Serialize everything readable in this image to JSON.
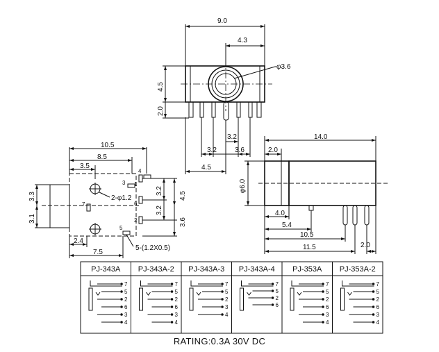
{
  "front_view": {
    "width": "9.0",
    "center_offset": "4.3",
    "hole_dia": "φ3.6",
    "center_height": "4.5",
    "pin_length": "2.0",
    "pitch_a": "3.2",
    "pitch_b": "3.2",
    "pitch_c": "3.6",
    "pin_offset": "4.5"
  },
  "bottom_view": {
    "overall": "10.5",
    "span_a": "8.5",
    "span_b": "3.5",
    "height": "3.3",
    "lower": "3.1",
    "hole_label": "2-φ1.2",
    "slot_label": "5-(1.2X0.5)",
    "gap": "2.4",
    "offset": "7.5",
    "right_a": "3.2",
    "right_b": "3.2",
    "right_c": "3.6",
    "right_d": "4.5",
    "pin_numbers": [
      "4",
      "3",
      "6",
      "7",
      "2",
      "5",
      "1"
    ]
  },
  "side_view": {
    "length": "14.0",
    "lead": "2.0",
    "dia": "φ6.0",
    "d1": "4.0",
    "d2": "5.4",
    "d3": "10.5",
    "d4": "11.5",
    "d5": "2.0"
  },
  "models": [
    {
      "name": "PJ-343A",
      "pins": [
        "7",
        "5",
        "2",
        "6",
        "3",
        "4"
      ]
    },
    {
      "name": "PJ-343A-2",
      "pins": [
        "7",
        "5",
        "2",
        "6",
        "3",
        "4"
      ]
    },
    {
      "name": "PJ-343A-3",
      "pins": [
        "7",
        "5",
        "2",
        "3",
        "4"
      ]
    },
    {
      "name": "PJ-343A-4",
      "pins": [
        "7",
        "5",
        "2",
        "6"
      ]
    },
    {
      "name": "PJ-353A",
      "pins": [
        "7",
        "5",
        "2",
        "6",
        "3",
        "4"
      ]
    },
    {
      "name": "PJ-353A-2",
      "pins": [
        "7",
        "5",
        "2",
        "6",
        "3",
        "4"
      ]
    }
  ],
  "rating": "RATING:0.3A 30V DC"
}
